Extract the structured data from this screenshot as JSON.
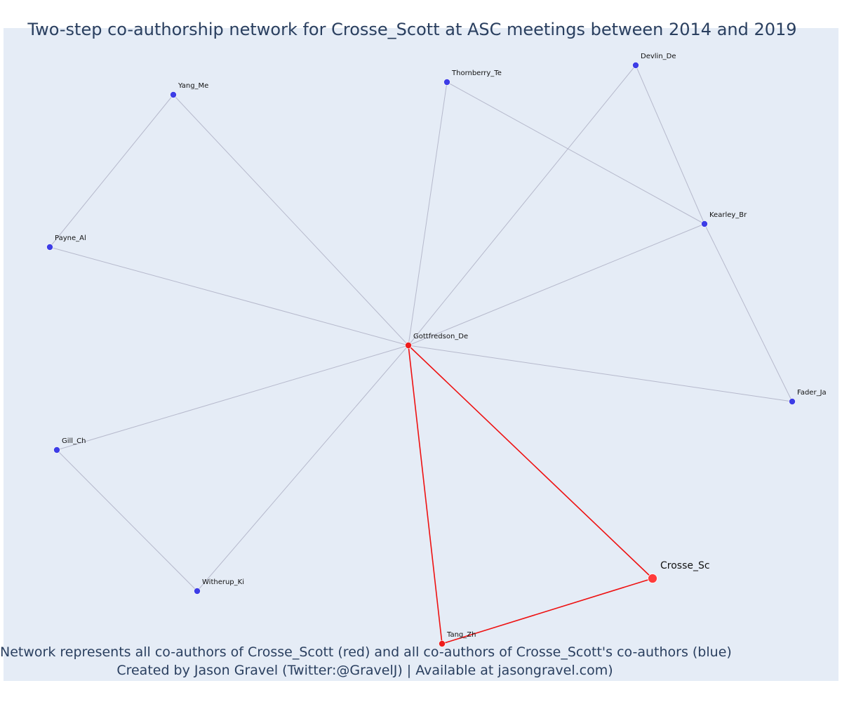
{
  "title": "Two-step co-authorship network for Crosse_Scott at ASC meetings between 2014 and 2019",
  "caption": {
    "line1": "Network represents all co-authors of Crosse_Scott (red) and all co-authors of Crosse_Scott's co-authors (blue)",
    "line2": "Created by Jason Gravel (Twitter:@GravelJ) | Available at jasongravel.com)"
  },
  "colors": {
    "background": "#e5ecf6",
    "focal_node": "#ff3b3b",
    "coauthor_node": "#ee1c1c",
    "second_step_node": "#3d3de6",
    "focal_edge": "#ee1111",
    "other_edge": "#b6b9cc",
    "text": "#2a3f5f"
  },
  "nodes": [
    {
      "id": "Crosse_Sc",
      "label": "Crosse_Sc",
      "group": "focal"
    },
    {
      "id": "Gottfredson_De",
      "label": "Gottfredson_De",
      "group": "coauthor"
    },
    {
      "id": "Tang_Zh",
      "label": "Tang_Zh",
      "group": "coauthor"
    },
    {
      "id": "Yang_Me",
      "label": "Yang_Me",
      "group": "second_step"
    },
    {
      "id": "Thornberry_Te",
      "label": "Thornberry_Te",
      "group": "second_step"
    },
    {
      "id": "Devlin_De",
      "label": "Devlin_De",
      "group": "second_step"
    },
    {
      "id": "Kearley_Br",
      "label": "Kearley_Br",
      "group": "second_step"
    },
    {
      "id": "Payne_Al",
      "label": "Payne_Al",
      "group": "second_step"
    },
    {
      "id": "Fader_Ja",
      "label": "Fader_Ja",
      "group": "second_step"
    },
    {
      "id": "Gill_Ch",
      "label": "Gill_Ch",
      "group": "second_step"
    },
    {
      "id": "Witherup_Ki",
      "label": "Witherup_Ki",
      "group": "second_step"
    }
  ],
  "edges": [
    {
      "source": "Crosse_Sc",
      "target": "Gottfredson_De",
      "focal": true
    },
    {
      "source": "Crosse_Sc",
      "target": "Tang_Zh",
      "focal": true
    },
    {
      "source": "Gottfredson_De",
      "target": "Tang_Zh",
      "focal": true
    },
    {
      "source": "Gottfredson_De",
      "target": "Yang_Me",
      "focal": false
    },
    {
      "source": "Gottfredson_De",
      "target": "Thornberry_Te",
      "focal": false
    },
    {
      "source": "Gottfredson_De",
      "target": "Devlin_De",
      "focal": false
    },
    {
      "source": "Gottfredson_De",
      "target": "Kearley_Br",
      "focal": false
    },
    {
      "source": "Gottfredson_De",
      "target": "Payne_Al",
      "focal": false
    },
    {
      "source": "Gottfredson_De",
      "target": "Fader_Ja",
      "focal": false
    },
    {
      "source": "Gottfredson_De",
      "target": "Gill_Ch",
      "focal": false
    },
    {
      "source": "Gottfredson_De",
      "target": "Witherup_Ki",
      "focal": false
    },
    {
      "source": "Yang_Me",
      "target": "Payne_Al",
      "focal": false
    },
    {
      "source": "Thornberry_Te",
      "target": "Kearley_Br",
      "focal": false
    },
    {
      "source": "Devlin_De",
      "target": "Kearley_Br",
      "focal": false
    },
    {
      "source": "Kearley_Br",
      "target": "Fader_Ja",
      "focal": false
    },
    {
      "source": "Gill_Ch",
      "target": "Witherup_Ki",
      "focal": false
    }
  ]
}
